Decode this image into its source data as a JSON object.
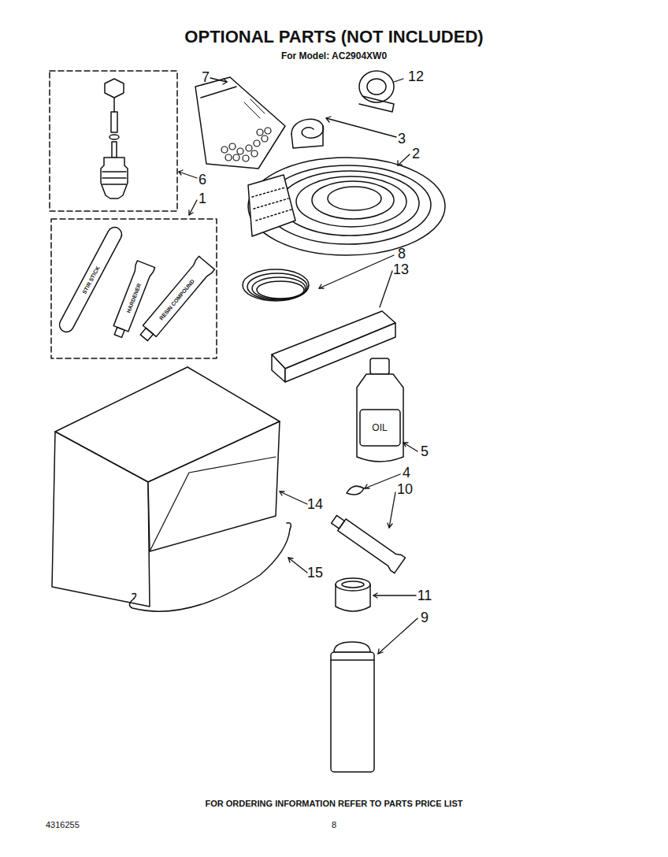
{
  "diagram": {
    "title": "OPTIONAL PARTS (NOT INCLUDED)",
    "caption": "FOR ORDERING INFORMATION REFER TO PARTS PRICE LIST",
    "labels": [
      "For Model: AC2904XW0",
      "7",
      "12",
      "3",
      "2",
      "6",
      "1",
      "STIR STICK",
      "HARDENER",
      "RESIN COMPOUND",
      "8",
      "13",
      "OIL",
      "5",
      "4",
      "10",
      "14",
      "15",
      "11",
      "9",
      "4316255",
      "8"
    ]
  }
}
